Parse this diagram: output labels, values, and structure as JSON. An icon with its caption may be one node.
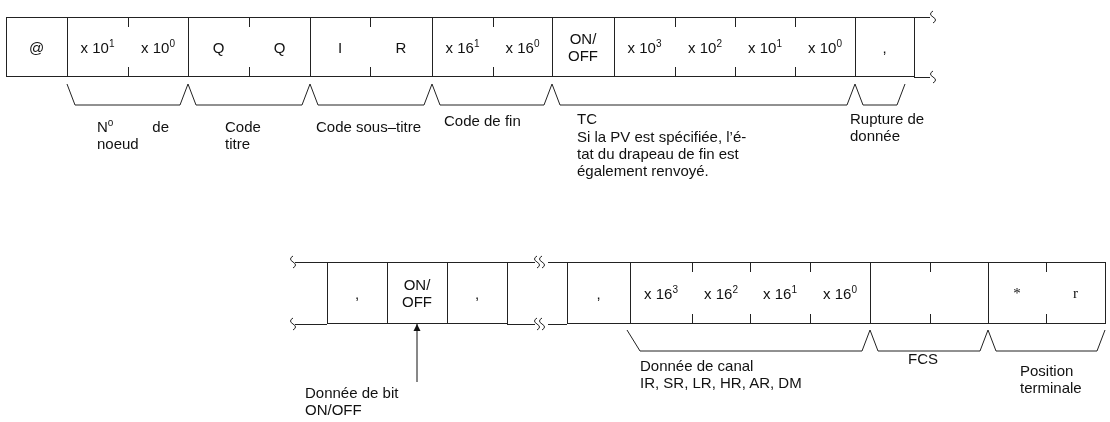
{
  "diagram": {
    "nodes": [
      {
        "text": [
          "@"
        ]
      },
      {
        "text": [
          "x 10$^{1}$"
        ]
      },
      {
        "text": [
          "x 10$^{0}$"
        ]
      },
      {
        "text": [
          "Q"
        ]
      },
      {
        "text": [
          "Q"
        ]
      },
      {
        "text": [
          "I"
        ]
      },
      {
        "text": [
          "R"
        ]
      },
      {
        "text": [
          "x 16$^{1}$"
        ]
      },
      {
        "text": [
          "x 16$^{0}$"
        ]
      },
      {
        "text": [
          "ON/ OFF"
        ]
      },
      {
        "text": [
          "x 10$^{3}$"
        ]
      },
      {
        "text": [
          "x 10$^{2}$"
        ]
      },
      {
        "text": [
          "x 10$^{1}$"
        ]
      },
      {
        "text": [
          "x 10$^{0}$"
        ]
      },
      {
        "text": [
          ","
        ]
      },
      {
        "text": [
          ","
        ]
      },
      {
        "text": [
          "ON/ OFF"
        ]
      },
      {
        "text": [
          ","
        ]
      },
      {
        "text": [
          ","
        ]
      },
      {
        "text": [
          "x 16$^{3}$"
        ]
      },
      {
        "text": [
          "x 16$^{2}$"
        ]
      },
      {
        "text": [
          "x 16$^{1}$"
        ]
      },
      {
        "text": [
          "x 16$^{0}$"
        ]
      },
      {
        "text": [],
        "shape": "box"
      },
      {
        "text": [],
        "shape": "box"
      },
      {
        "text": [
          "*"
        ]
      },
      {
        "text": [
          "r"
        ]
      },
      {
        "text": [
          "Donnée de bit ON/OFF"
        ]
      }
    ],
    "edges": [
      {
        "from": 27,
        "to": 16,
        "arrow": "to"
      }
    ],
    "labels": [
      "N$^{o}$ de noeud",
      "Code titre",
      "Code sous–titre",
      "Code de fin",
      "TC",
      "Si la PV est spécifiée, l’é- tat du drapeau de fin est également renvoyé.",
      "Rupture de donnée",
      "Donnée de canal",
      "IR, SR, LR, HR, AR, DM",
      "FCS",
      "Position terminale"
    ]
  }
}
